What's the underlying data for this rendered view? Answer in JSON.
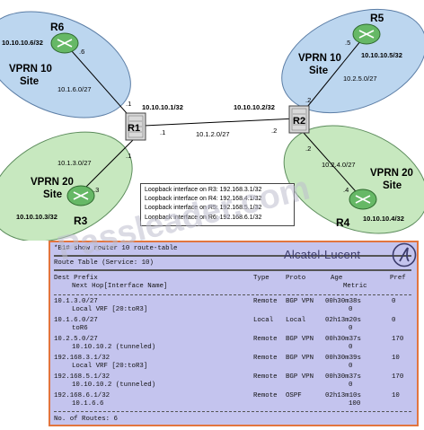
{
  "sites": {
    "r6": {
      "router": "R6",
      "loopback": "10.10.10.6/32",
      "vprn": "VPRN 10",
      "site": "Site",
      "subnet": "10.1.6.0/27",
      "if_router": ".6",
      "if_r1": ".1",
      "color": "#bcd6ef"
    },
    "r3": {
      "router": "R3",
      "loopback": "10.10.10.3/32",
      "vprn": "VPRN 20",
      "site": "Site",
      "subnet": "10.1.3.0/27",
      "if_router": ".3",
      "if_r1": ".1",
      "color": "#c7e8bf"
    },
    "r5": {
      "router": "R5",
      "loopback": "10.10.10.5/32",
      "vprn": "VPRN 10",
      "site": "Site",
      "subnet": "10.2.5.0/27",
      "if_router": ".5",
      "if_r2": ".2",
      "color": "#bcd6ef"
    },
    "r4": {
      "router": "R4",
      "loopback": "10.10.10.4/32",
      "vprn": "VPRN 20",
      "site": "Site",
      "subnet": "10.2.4.0/27",
      "if_router": ".4",
      "if_r2": ".2",
      "color": "#c7e8bf"
    }
  },
  "core": {
    "r1": {
      "name": "R1",
      "loopback": "10.10.10.1/32",
      "if": ".1"
    },
    "r2": {
      "name": "R2",
      "loopback": "10.10.10.2/32",
      "if": ".2"
    },
    "link_subnet": "10.1.2.0/27"
  },
  "loopbacks": [
    "Loopback interface on R3: 192.168.3.1/32",
    "Loopback interface on R4: 192.168.4.1/32",
    "Loopback interface on R5: 192.168.5.1/32",
    "Loopback interface on R6: 192.168.6.1/32"
  ],
  "watermark": "Passleader.com",
  "cli": {
    "brand": "Alcatel·Lucent",
    "command": "*B1# show router 10 route-table",
    "table_title": "Route Table (Service: 10)",
    "headers": {
      "dest": "Dest Prefix",
      "next_hop": "Next Hop[Interface Name]",
      "type": "Type",
      "proto": "Proto",
      "age": "Age",
      "pref": "Pref",
      "metric": "Metric"
    },
    "routes": [
      {
        "prefix": "10.1.3.0/27",
        "next_hop": "Local VRF [20:toR3]",
        "type": "Remote",
        "proto": "BGP VPN",
        "age": "00h30m38s",
        "pref": "0",
        "metric": "0"
      },
      {
        "prefix": "10.1.6.0/27",
        "next_hop": "toR6",
        "type": "Local",
        "proto": "Local",
        "age": "02h13m20s",
        "pref": "0",
        "metric": "0"
      },
      {
        "prefix": "10.2.5.0/27",
        "next_hop": "10.10.10.2 (tunneled)",
        "type": "Remote",
        "proto": "BGP VPN",
        "age": "00h30m37s",
        "pref": "170",
        "metric": "0"
      },
      {
        "prefix": "192.168.3.1/32",
        "next_hop": "Local VRF [20:toR3]",
        "type": "Remote",
        "proto": "BGP VPN",
        "age": "00h30m39s",
        "pref": "10",
        "metric": "0"
      },
      {
        "prefix": "192.168.5.1/32",
        "next_hop": "10.10.10.2 (tunneled)",
        "type": "Remote",
        "proto": "BGP VPN",
        "age": "00h30m37s",
        "pref": "170",
        "metric": "0"
      },
      {
        "prefix": "192.168.6.1/32",
        "next_hop": "10.1.6.6",
        "type": "Remote",
        "proto": "OSPF",
        "age": "02h13m10s",
        "pref": "10",
        "metric": "100"
      }
    ],
    "footer": "No. of Routes: 6"
  }
}
